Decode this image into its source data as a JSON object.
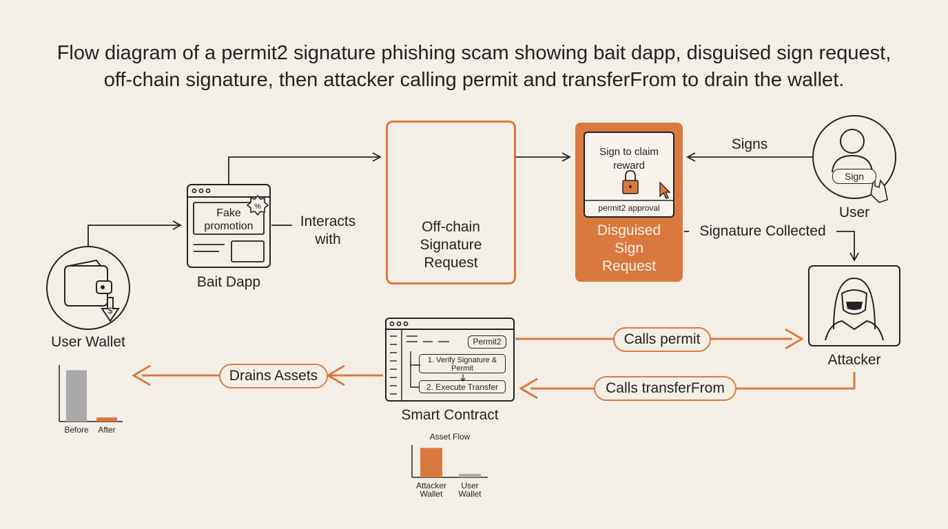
{
  "title_line1": "Flow diagram of a permit2 signature phishing scam showing bait dapp, disguised sign request,",
  "title_line2": "off-chain signature, then attacker calling permit and transferFrom to drain the wallet.",
  "nodes": {
    "user_wallet": "User Wallet",
    "bait_dapp": "Bait Dapp",
    "fake_promo_line1": "Fake",
    "fake_promo_line2": "promotion",
    "offchain_line1": "Off-chain",
    "offchain_line2": "Signature",
    "offchain_line3": "Request",
    "disguised_line1": "Disguised",
    "disguised_line2": "Sign",
    "disguised_line3": "Request",
    "sign_card_line1": "Sign to claim",
    "sign_card_line2": "reward",
    "sign_card_footer": "permit2 approval",
    "user": "User",
    "sign_button": "Sign",
    "attacker": "Attacker",
    "smart_contract": "Smart Contract",
    "contract_tag": "Permit2",
    "contract_step1_line1": "1. Verify Signature &",
    "contract_step1_line2": "Permit",
    "contract_step2": "2. Execute Transfer"
  },
  "edges": {
    "interacts_line1": "Interacts",
    "interacts_line2": "with",
    "signs": "Signs",
    "signature_collected": "Signature Collected",
    "calls_permit": "Calls permit",
    "calls_transferfrom": "Calls transferFrom",
    "drains_assets": "Drains Assets"
  },
  "colors": {
    "accent": "#d9793f",
    "background": "#f3efe7",
    "ink": "#222222",
    "gray_bar": "#a9a9a9"
  },
  "chart_data": [
    {
      "type": "bar",
      "categories": [
        "Before",
        "After"
      ],
      "values": [
        100,
        8
      ],
      "ylim": [
        0,
        110
      ],
      "title": "",
      "colors": [
        "#a9a9a9",
        "#d9793f"
      ]
    },
    {
      "type": "bar",
      "title": "Asset Flow",
      "categories": [
        "Attacker\nWallet",
        "User\nWallet"
      ],
      "category_lines": [
        [
          "Attacker",
          "Wallet"
        ],
        [
          "User",
          "Wallet"
        ]
      ],
      "values": [
        100,
        12
      ],
      "ylim": [
        0,
        110
      ],
      "colors": [
        "#d9793f",
        "#a9a9a9"
      ]
    }
  ]
}
